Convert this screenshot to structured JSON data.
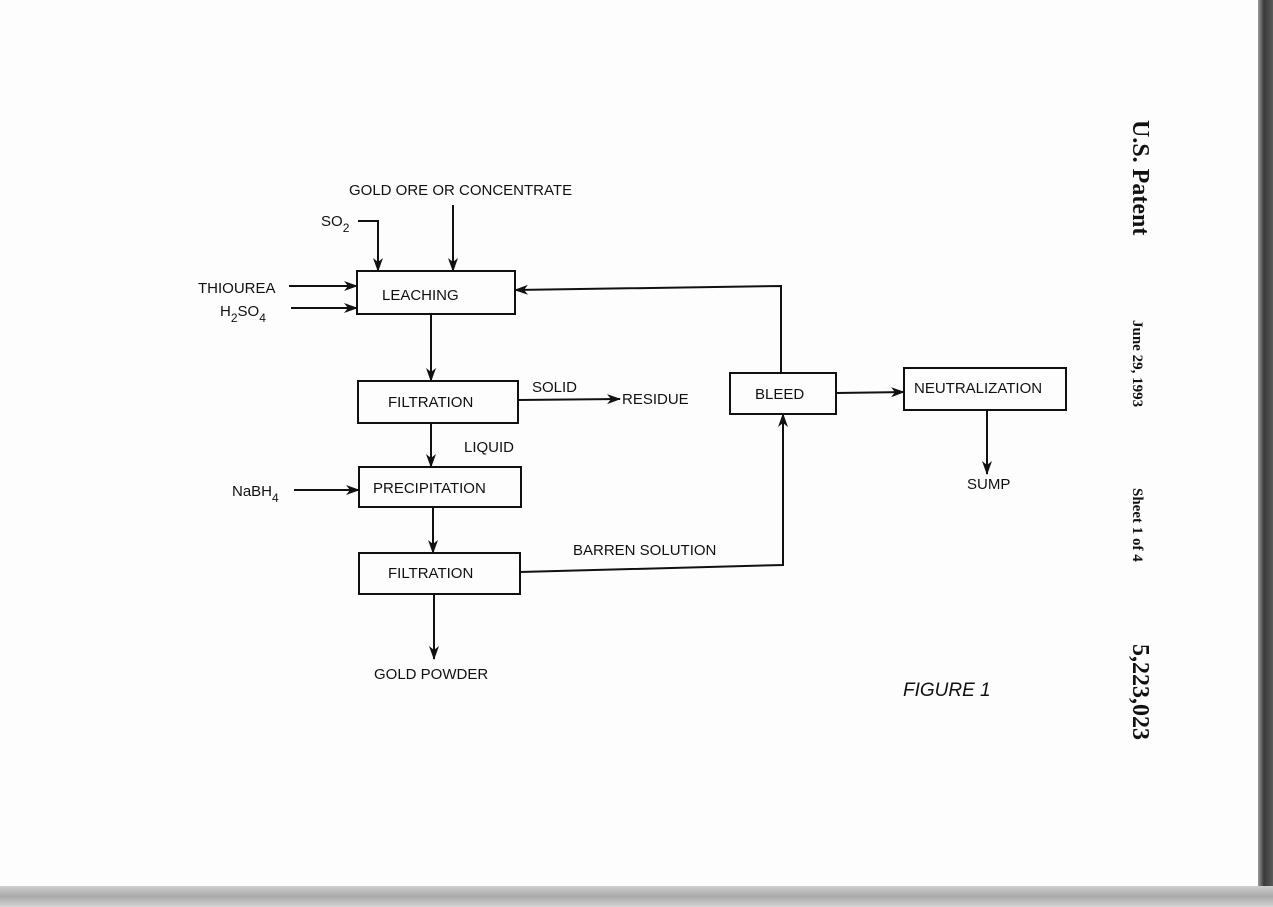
{
  "header": {
    "patent_label": "U.S. Patent",
    "date": "June 29, 1993",
    "sheet": "Sheet 1 of 4",
    "patent_number": "5,223,023"
  },
  "figure": {
    "label": "FIGURE 1",
    "inputs": {
      "gold_ore": "GOLD ORE OR CONCENTRATE",
      "so2": "SO",
      "so2_sub": "2",
      "thiourea": "THIOUREA",
      "h2so4_h": "H",
      "h2so4_sub1": "2",
      "h2so4_so": "SO",
      "h2so4_sub2": "4",
      "nabh4": "NaBH",
      "nabh4_sub": "4"
    },
    "boxes": {
      "leaching": "LEACHING",
      "filtration_1": "FILTRATION",
      "precipitation": "PRECIPITATION",
      "filtration_2": "FILTRATION",
      "bleed": "BLEED",
      "neutralization": "NEUTRALIZATION"
    },
    "flows": {
      "solid": "SOLID",
      "residue": "RESIDUE",
      "liquid": "LIQUID",
      "barren_solution": "BARREN SOLUTION",
      "gold_powder": "GOLD POWDER",
      "sump": "SUMP"
    }
  }
}
